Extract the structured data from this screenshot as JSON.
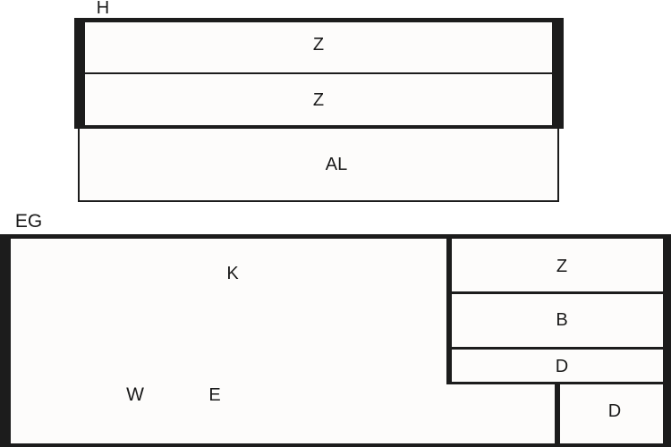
{
  "top_group": {
    "title": "H",
    "cells": [
      "Z",
      "Z"
    ],
    "base": "AL"
  },
  "bottom_group": {
    "title": "EG",
    "main_labels": [
      "K",
      "W",
      "E"
    ],
    "right_cells": [
      "Z",
      "B",
      "D"
    ],
    "corner_cell": "D"
  },
  "colors": {
    "line": "#1c1c1c",
    "fill": "#fdfcfb"
  }
}
